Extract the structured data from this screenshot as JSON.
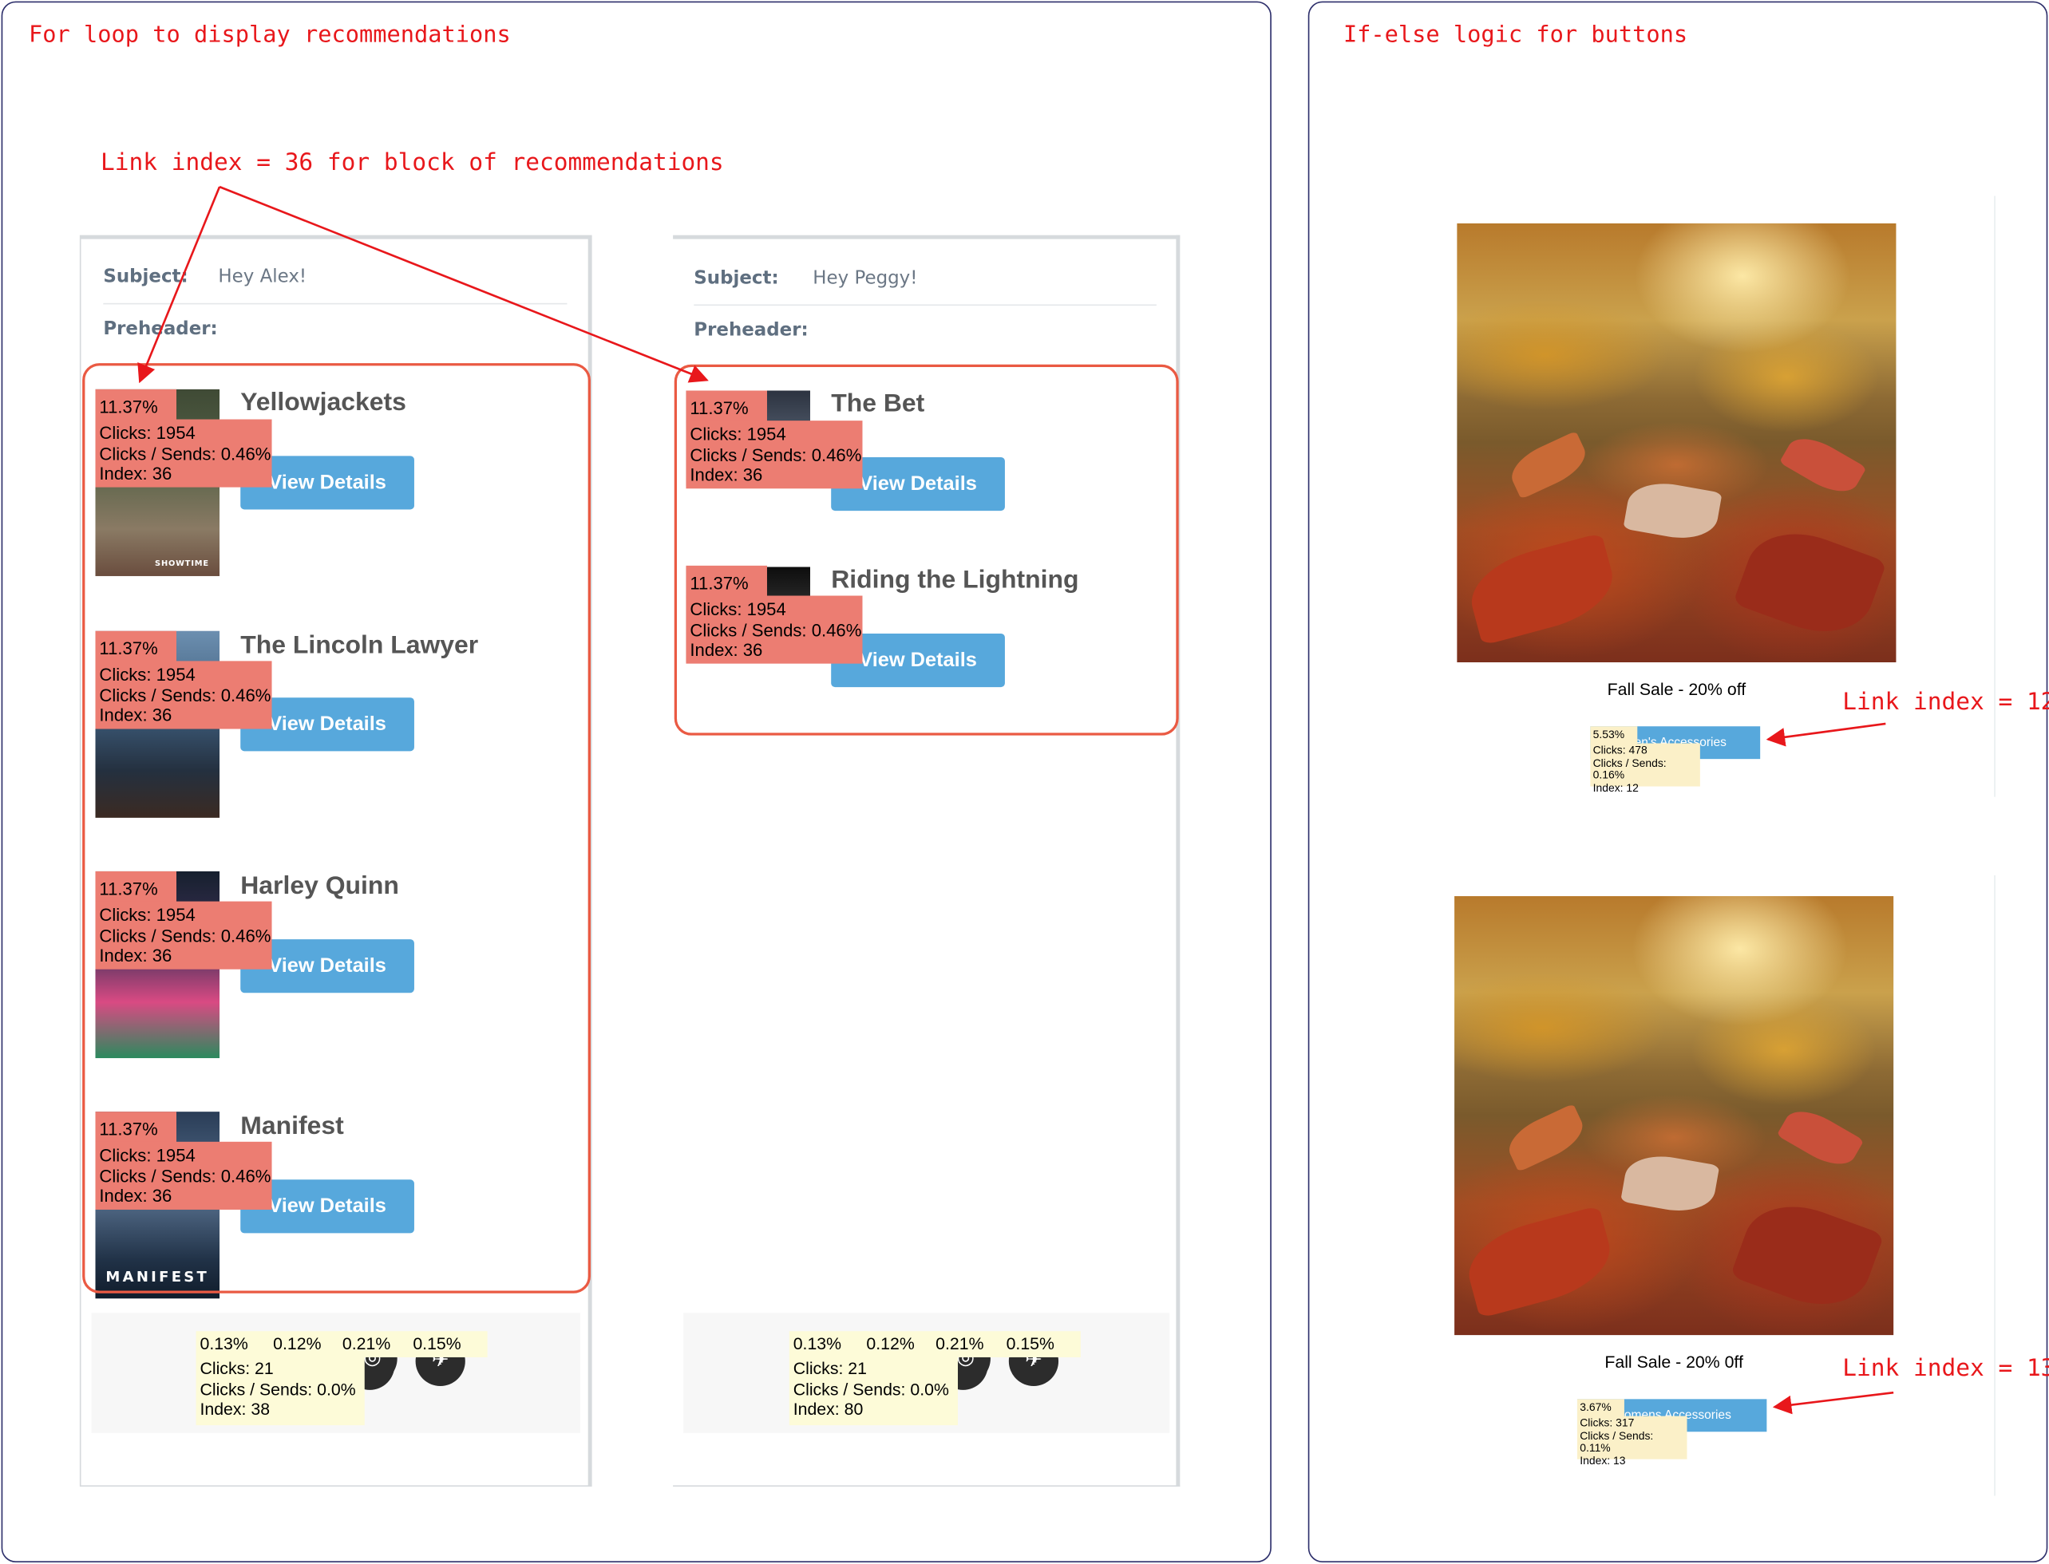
{
  "panels": {
    "left_title": "For loop to display recommendations",
    "right_title": "If-else logic for buttons"
  },
  "annotations": {
    "block_label": "Link index = 36 for block of recommendations",
    "link12": "Link index = 12",
    "link13": "Link index = 13"
  },
  "emails": [
    {
      "subject_label": "Subject:",
      "subject_value": "Hey Alex!",
      "preheader_label": "Preheader:",
      "preheader_value": "",
      "recs": [
        {
          "title": "Yellowjackets",
          "button": "View Details",
          "thumb_mark": "SHOWTIME",
          "pct": "11.37%",
          "clicks": "Clicks: 1954",
          "ratio": "Clicks / Sends: 0.46%",
          "index": "Index: 36"
        },
        {
          "title": "The Lincoln Lawyer",
          "button": "View Details",
          "thumb_mark": "",
          "pct": "11.37%",
          "clicks": "Clicks: 1954",
          "ratio": "Clicks / Sends: 0.46%",
          "index": "Index: 36"
        },
        {
          "title": "Harley Quinn",
          "button": "View Details",
          "thumb_mark": "",
          "pct": "11.37%",
          "clicks": "Clicks: 1954",
          "ratio": "Clicks / Sends: 0.46%",
          "index": "Index: 36"
        },
        {
          "title": "Manifest",
          "button": "View Details",
          "thumb_mark": "MANIFEST",
          "pct": "11.37%",
          "clicks": "Clicks: 1954",
          "ratio": "Clicks / Sends: 0.46%",
          "index": "Index: 36"
        }
      ],
      "footer": {
        "pcts": [
          "0.13%",
          "0.12%",
          "0.21%",
          "0.15%"
        ],
        "clicks": "Clicks: 21",
        "ratio": "Clicks / Sends: 0.0%",
        "index": "Index: 38"
      }
    },
    {
      "subject_label": "Subject:",
      "subject_value": "Hey Peggy!",
      "preheader_label": "Preheader:",
      "preheader_value": "",
      "recs": [
        {
          "title": "The Bet",
          "button": "View Details",
          "pct": "11.37%",
          "clicks": "Clicks: 1954",
          "ratio": "Clicks / Sends: 0.46%",
          "index": "Index: 36"
        },
        {
          "title": "Riding the Lightning",
          "button": "View Details",
          "pct": "11.37%",
          "clicks": "Clicks: 1954",
          "ratio": "Clicks / Sends: 0.46%",
          "index": "Index: 36"
        }
      ],
      "footer": {
        "pcts": [
          "0.13%",
          "0.12%",
          "0.21%",
          "0.15%"
        ],
        "clicks": "Clicks: 21",
        "ratio": "Clicks / Sends: 0.0%",
        "index": "Index: 80"
      }
    }
  ],
  "sales": [
    {
      "caption": "Fall Sale - 20% off",
      "button": "Men's Accessories",
      "pct": "5.53%",
      "clicks": "Clicks: 478",
      "ratio": "Clicks / Sends: 0.16%",
      "index": "Index: 12"
    },
    {
      "caption": "Fall Sale - 20% 0ff",
      "button": "Womens Accessories",
      "pct": "3.67%",
      "clicks": "Clicks: 317",
      "ratio": "Clicks / Sends: 0.11%",
      "index": "Index: 13"
    }
  ],
  "icons": {
    "social": [
      "youtube-icon",
      "facebook-icon",
      "instagram-icon",
      "twitter-icon"
    ]
  },
  "colors": {
    "annotation_red": "#e8171b",
    "overlay_red": "#ec7d72",
    "button_blue": "#57a8dc",
    "panel_border": "#2d2f6b",
    "overlay_yellow": "#fdfbd8"
  }
}
